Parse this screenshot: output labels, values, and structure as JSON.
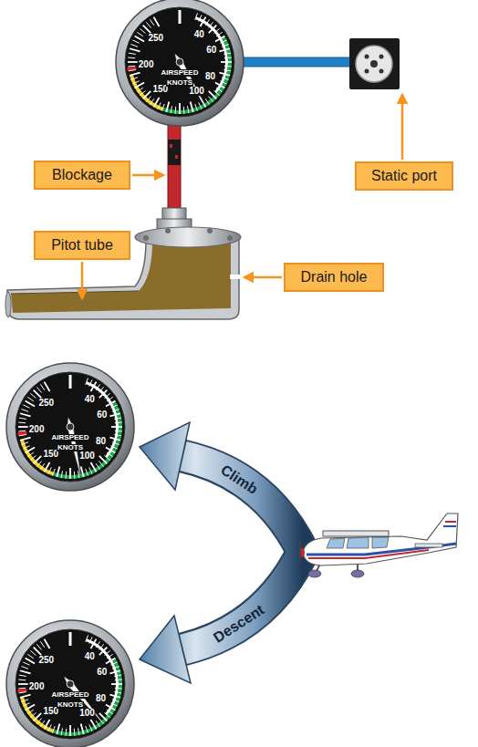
{
  "diagram": {
    "nodes": [
      {
        "text": [
          "Blockage"
        ]
      },
      {
        "text": [
          "Static port"
        ]
      },
      {
        "text": [
          "Pitot tube"
        ]
      },
      {
        "text": [
          "Drain hole"
        ]
      }
    ],
    "labels": [
      "250",
      "40",
      "60",
      "80",
      "100",
      "150",
      "200",
      "AIRSPEED",
      "KNOTS",
      "250",
      "40",
      "60",
      "80",
      "100",
      "150",
      "200",
      "AIRSPEED",
      "KNOTS",
      "250",
      "40",
      "60",
      "80",
      "100",
      "150",
      "200",
      "AIRSPEED",
      "KNOTS",
      "Climb",
      "Descent"
    ]
  }
}
